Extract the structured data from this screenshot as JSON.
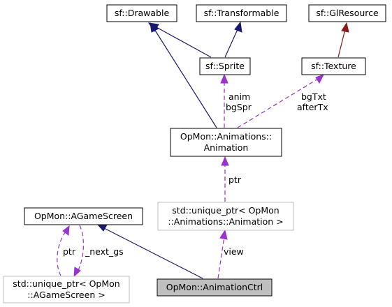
{
  "nodes": {
    "drawable": "sf::Drawable",
    "transformable": "sf::Transformable",
    "glresource": "sf::GlResource",
    "sprite": "sf::Sprite",
    "texture": "sf::Texture",
    "animation_line1": "OpMon::Animations::",
    "animation_line2": "Animation",
    "unique_anim_line1": "std::unique_ptr< OpMon",
    "unique_anim_line2": "::Animations::Animation >",
    "agamescreen": "OpMon::AGameScreen",
    "unique_gs_line1": "std::unique_ptr< OpMon",
    "unique_gs_line2": "::AGameScreen >",
    "animationctrl": "OpMon::AnimationCtrl"
  },
  "edge_labels": {
    "anim": "anim",
    "bgSpr": "bgSpr",
    "bgTxt": "bgTxt",
    "afterTx": "afterTx",
    "ptr_anim": "ptr",
    "view": "view",
    "ptr_gs": "ptr",
    "next_gs": "_next_gs"
  },
  "colors": {
    "inheritance": "#191970",
    "glresource_inheritance": "#8b1a1a",
    "usage": "#9a32cd",
    "current_node_fill": "#bfbfbf",
    "template_node_border": "#bfbfbf"
  }
}
